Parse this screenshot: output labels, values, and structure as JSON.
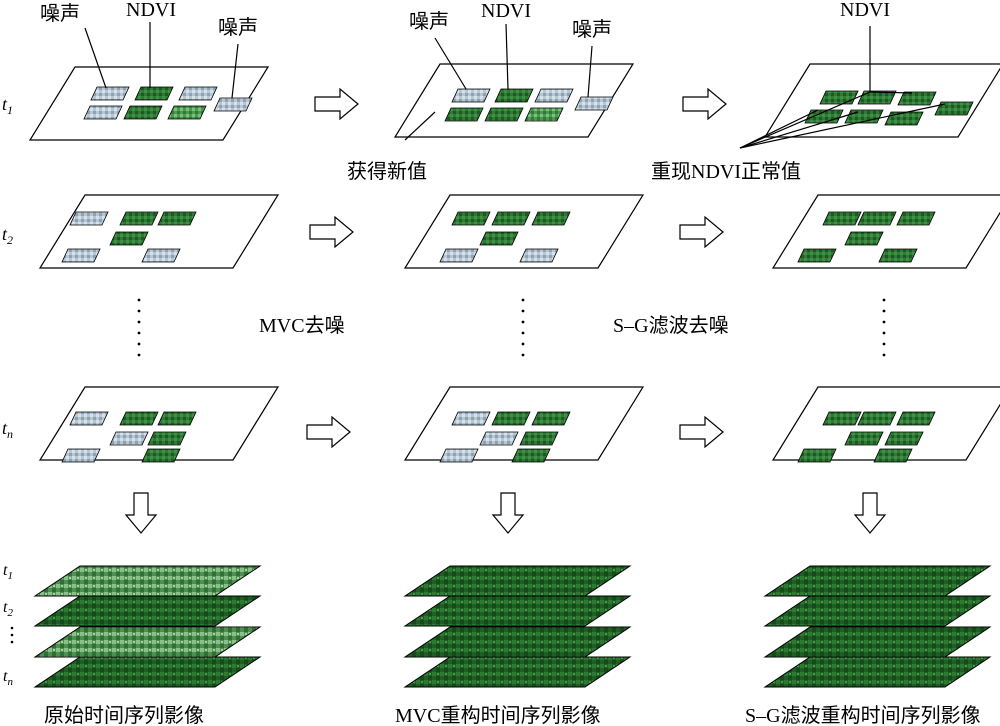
{
  "labels": {
    "noise": "噪声",
    "ndvi": "NDVI",
    "get_new_value": "获得新值",
    "restore_ndvi": "重现NDVI正常值",
    "mvc_denoise": "MVC去噪",
    "sg_denoise": "S–G滤波去噪",
    "t1": "t",
    "t1_sub": "1",
    "t2": "t",
    "t2_sub": "2",
    "tn": "t",
    "tn_sub": "n"
  },
  "bottom": {
    "original_series": "原始时间序列影像",
    "mvc_series": "MVC重构时间序列影像",
    "sg_series": "S–G滤波重构时间序列影像"
  },
  "colors": {
    "noise_fill": "#b7c6d3",
    "ndvi_fill": "#2f7a34",
    "ndvi_light": "#5aa55e",
    "stack_dark": "#1f5e24",
    "stack_mid": "#3f8a43",
    "stack_light": "#73ad72"
  }
}
